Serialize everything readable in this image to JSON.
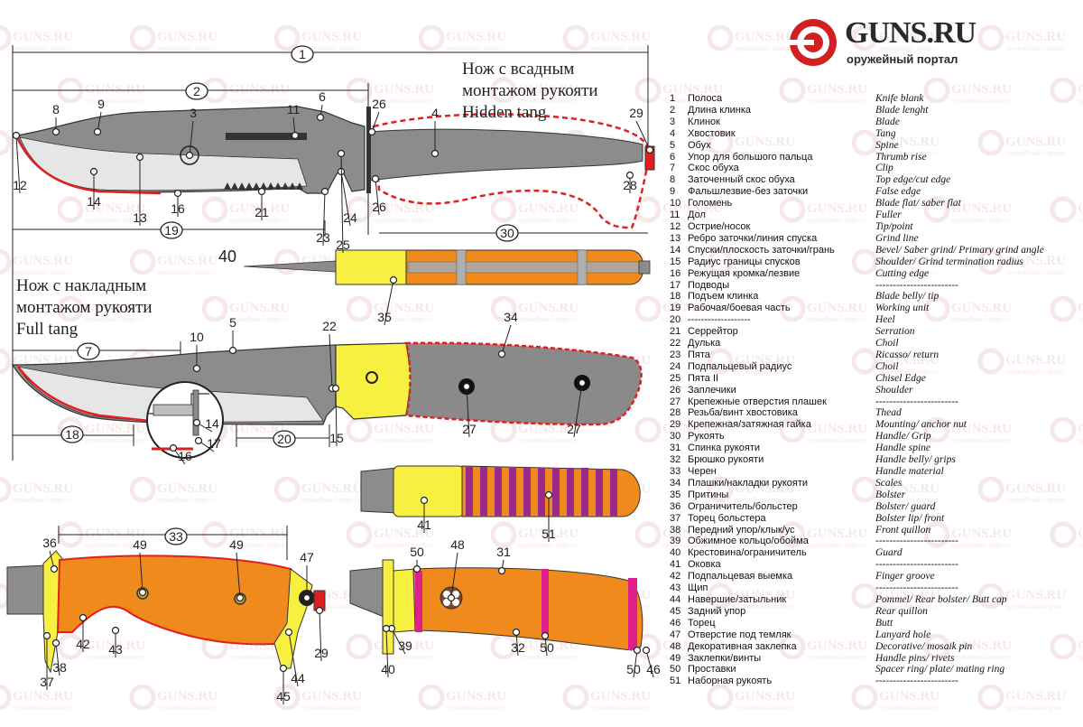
{
  "brand": {
    "name": "GUNS.RU",
    "tagline": "оружейный портал"
  },
  "watermark": {
    "name": "GUNS.RU",
    "tagline": "оружейный портал"
  },
  "titles": {
    "hidden_tang_ru_1": "Нож с всадным",
    "hidden_tang_ru_2": "монтажом рукояти",
    "hidden_tang_en": "Hidden tang",
    "full_tang_ru_1": "Нож с накладным",
    "full_tang_ru_2": "монтажом рукояти",
    "full_tang_en": "Full tang"
  },
  "callouts": {
    "c1": "1",
    "c2": "2",
    "c3": "3",
    "c4": "4",
    "c5": "5",
    "c6": "6",
    "c7": "7",
    "c8": "8",
    "c9": "9",
    "c10": "10",
    "c11": "11",
    "c12": "12",
    "c13": "13",
    "c14": "14",
    "c14b": "14",
    "c15": "15",
    "c16": "16",
    "c16b": "16",
    "c17": "17",
    "c18": "18",
    "c19": "19",
    "c20": "20",
    "c21": "21",
    "c22": "22",
    "c23": "23",
    "c24": "24",
    "c25": "25",
    "c26": "26",
    "c26b": "26",
    "c27": "27",
    "c27b": "27",
    "c28": "28",
    "c29": "29",
    "c29b": "29",
    "c30": "30",
    "c31": "31",
    "c32": "32",
    "c33": "33",
    "c34": "34",
    "c35": "35",
    "c36": "36",
    "c37": "37",
    "c38": "38",
    "c39": "39",
    "c40": "40",
    "c40b": "40",
    "c41": "41",
    "c42": "42",
    "c43": "43",
    "c44": "44",
    "c45": "45",
    "c46": "46",
    "c47": "47",
    "c48": "48",
    "c49": "49",
    "c49b": "49",
    "c50": "50",
    "c50b": "50",
    "c50c": "50",
    "c51": "51"
  },
  "legend": [
    {
      "n": "1",
      "ru": "Полоса",
      "en": "Knife blank"
    },
    {
      "n": "2",
      "ru": "Длина клинка",
      "en": "Blade lenght"
    },
    {
      "n": "3",
      "ru": "Клинок",
      "en": "Blade"
    },
    {
      "n": "4",
      "ru": "Хвостовик",
      "en": "Tang"
    },
    {
      "n": "5",
      "ru": "Обух",
      "en": "Spine"
    },
    {
      "n": "6",
      "ru": "Упор для большого пальца",
      "en": "Thrumb rise"
    },
    {
      "n": "7",
      "ru": "Скос обуха",
      "en": "Clip"
    },
    {
      "n": "8",
      "ru": "Заточенный скос обуха",
      "en": "Top edge/cut edge"
    },
    {
      "n": "9",
      "ru": "Фальшлезвие-без заточки",
      "en": "False edge"
    },
    {
      "n": "10",
      "ru": "Голомень",
      "en": "Blade flat/ saber flat"
    },
    {
      "n": "11",
      "ru": "Дол",
      "en": "Fuller"
    },
    {
      "n": "12",
      "ru": "Острие/носок",
      "en": "Tip/point"
    },
    {
      "n": "13",
      "ru": "Ребро заточки/линия спуска",
      "en": "Grind line"
    },
    {
      "n": "14",
      "ru": "Спуски/плоскость заточки/грань",
      "en": "Bevel/ Saber grind/ Primary grind angle"
    },
    {
      "n": "15",
      "ru": "Радиус границы спусков",
      "en": "Shoulder/ Grind termination radius"
    },
    {
      "n": "16",
      "ru": "Режущая кромка/лезвие",
      "en": "Cutting edge"
    },
    {
      "n": "17",
      "ru": "Подводы",
      "en": "------------------------"
    },
    {
      "n": "18",
      "ru": "Подъем клинка",
      "en": "Blade belly/ tip"
    },
    {
      "n": "19",
      "ru": "Рабочая/боевая часть",
      "en": "Working unit"
    },
    {
      "n": "20",
      "ru": "-------------------",
      "en": "Heel"
    },
    {
      "n": "21",
      "ru": "Серрейтор",
      "en": "Serration"
    },
    {
      "n": "22",
      "ru": "Дулька",
      "en": "Choil"
    },
    {
      "n": "23",
      "ru": "Пята",
      "en": "Ricasso/ return"
    },
    {
      "n": "24",
      "ru": "Подпальцевый радиус",
      "en": "Choil"
    },
    {
      "n": "25",
      "ru": "Пята II",
      "en": "Chisel Edge"
    },
    {
      "n": "26",
      "ru": "Заплечики",
      "en": "Shoulder"
    },
    {
      "n": "27",
      "ru": "Крепежные отверстия плашек",
      "en": "------------------------"
    },
    {
      "n": "28",
      "ru": "Резьба/винт хвостовика",
      "en": "Thead"
    },
    {
      "n": "29",
      "ru": "Крепежная/затяжная гайка",
      "en": "Mounting/ anchor nut"
    },
    {
      "n": "30",
      "ru": "Рукоять",
      "en": "Handle/ Grip"
    },
    {
      "n": "31",
      "ru": "Спинка рукояти",
      "en": "Handle spine"
    },
    {
      "n": "32",
      "ru": "Брюшко рукояти",
      "en": "Handle belly/ grips"
    },
    {
      "n": "33",
      "ru": "Черен",
      "en": "Handle material"
    },
    {
      "n": "34",
      "ru": "Плашки/накладки рукояти",
      "en": "Scales"
    },
    {
      "n": "35",
      "ru": "Притины",
      "en": "Bolster"
    },
    {
      "n": "36",
      "ru": "Ограничитель/больстер",
      "en": "Bolster/ guard"
    },
    {
      "n": "37",
      "ru": "Торец больстера",
      "en": "Bolster lip/ front"
    },
    {
      "n": "38",
      "ru": "Передний упор/клык/ус",
      "en": "Front quillon"
    },
    {
      "n": "39",
      "ru": "Обжимное кольцо/обойма",
      "en": "------------------------"
    },
    {
      "n": "40",
      "ru": "Крестовина/ограничитель",
      "en": "Guard"
    },
    {
      "n": "41",
      "ru": "Оковка",
      "en": "------------------------"
    },
    {
      "n": "42",
      "ru": "Подпальцевая выемка",
      "en": "Finger groove"
    },
    {
      "n": "43",
      "ru": "Щип",
      "en": "------------------------"
    },
    {
      "n": "44",
      "ru": "Навершие/затыльник",
      "en": "Pommel/ Rear bolster/ Butt cap"
    },
    {
      "n": "45",
      "ru": "Задний упор",
      "en": "Rear quillon"
    },
    {
      "n": "46",
      "ru": "Торец",
      "en": "Butt"
    },
    {
      "n": "47",
      "ru": "Отверстие под темляк",
      "en": "Lanyard hole"
    },
    {
      "n": "48",
      "ru": "Декоративная заклепка",
      "en": "Decorative/ mosaik pin"
    },
    {
      "n": "49",
      "ru": "Заклепки/винты",
      "en": "Handle pins/ rivets"
    },
    {
      "n": "50",
      "ru": "Проставки",
      "en": "Spacer ring/ plate/ mating ring"
    },
    {
      "n": "51",
      "ru": "Наборная рукоять",
      "en": "------------------------"
    }
  ],
  "colors": {
    "blade": "#8c8c8c",
    "blade_light": "#d0d0d0",
    "handle_orange": "#f08a1c",
    "bolster_yellow": "#f8f040",
    "scale_gray": "#8a8a8a",
    "edge_red": "#e02020",
    "stripe_purple": "#9a2a8a",
    "spacer_magenta": "#e0208a",
    "watermark": "#f0d6d6"
  }
}
